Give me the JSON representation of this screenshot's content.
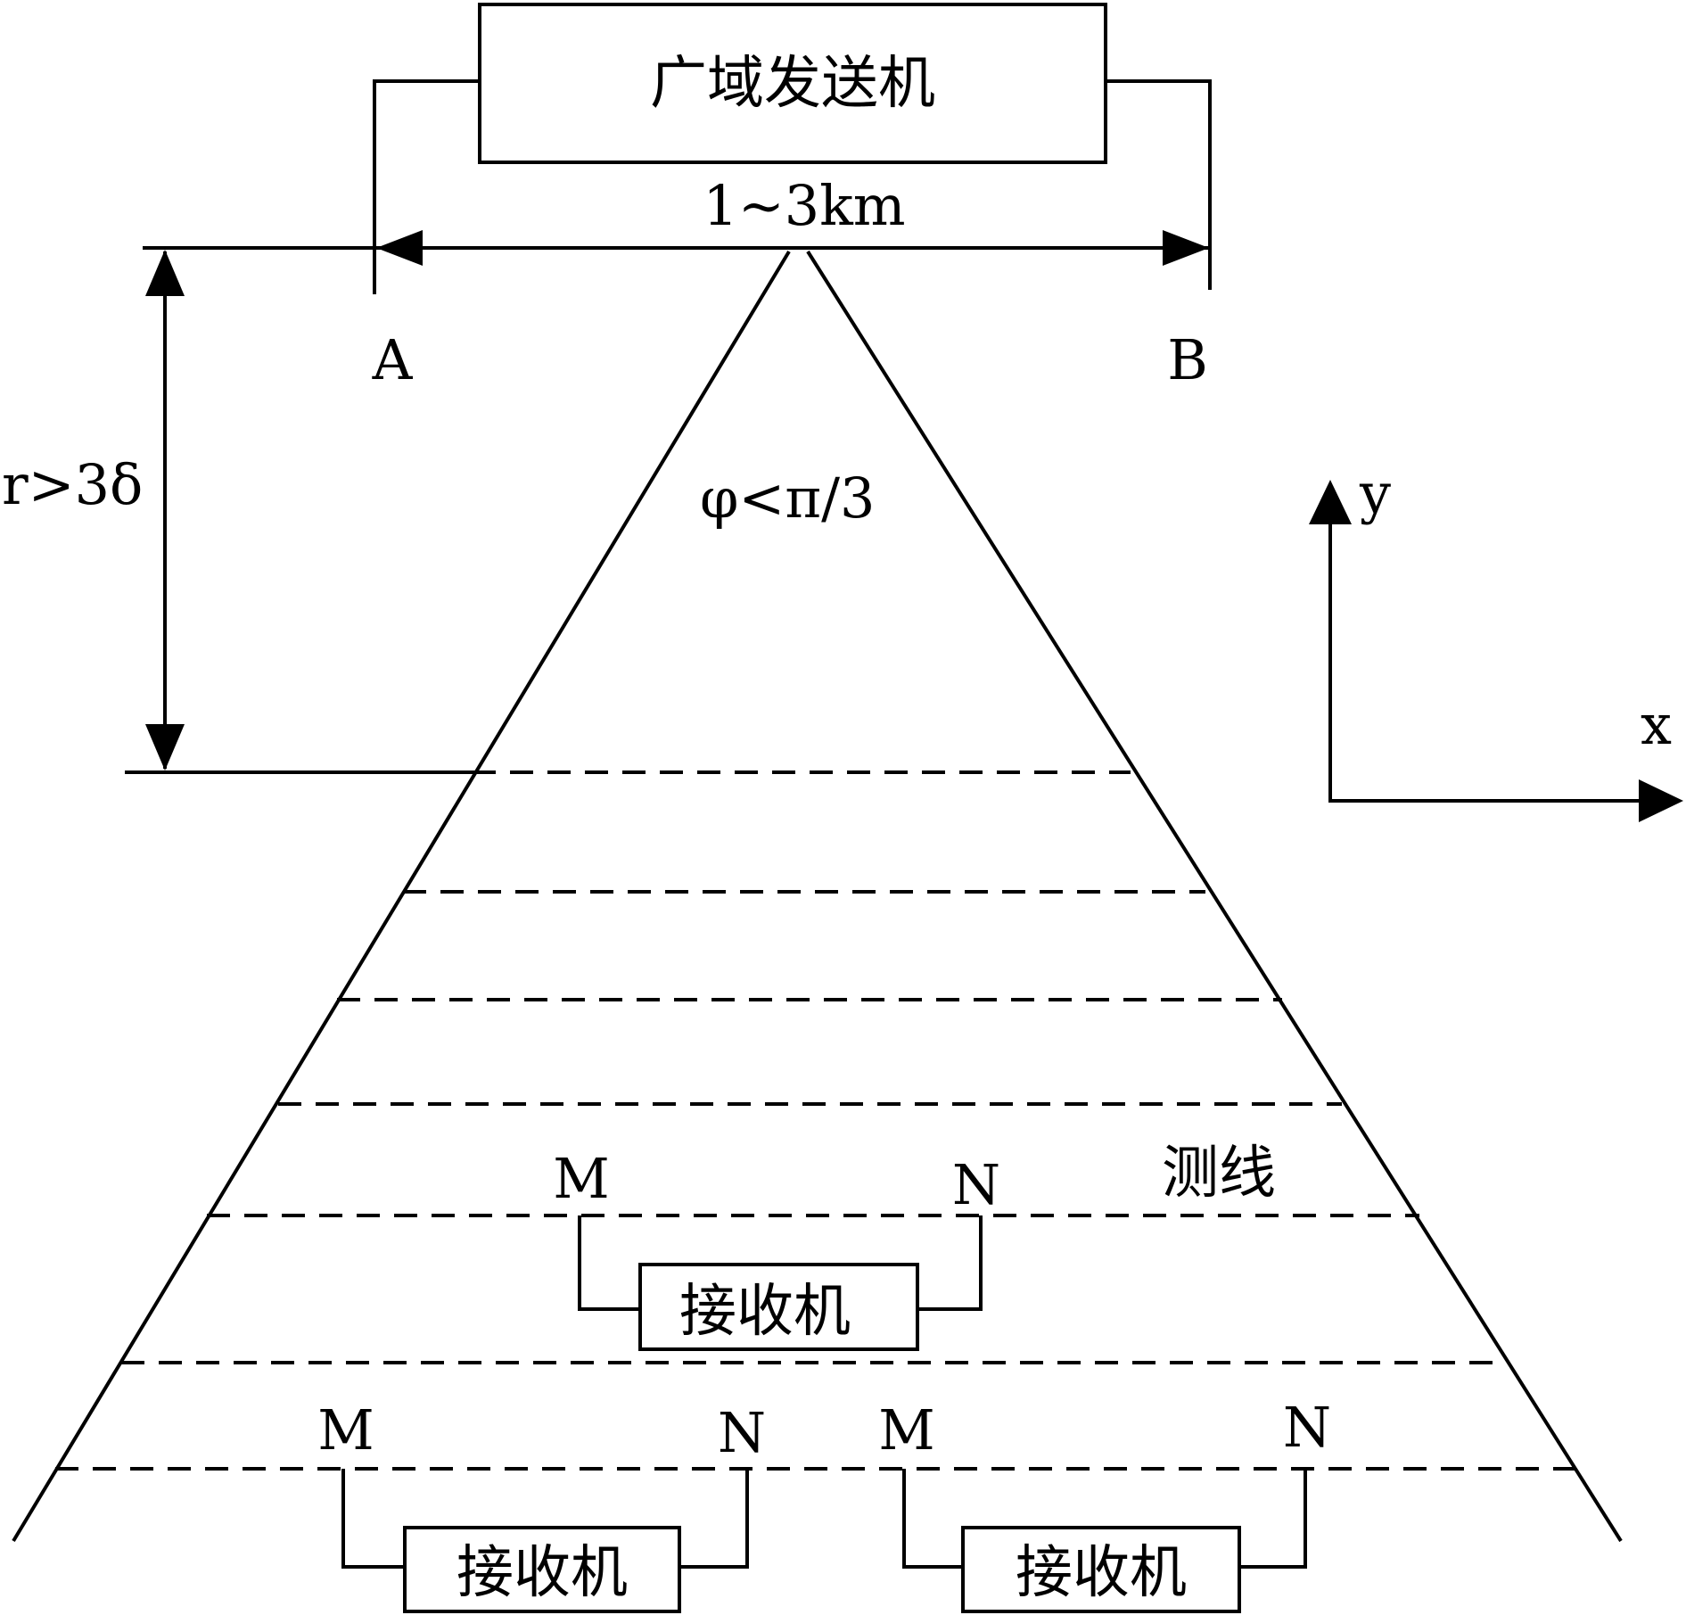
{
  "transmitter": {
    "label": "广域发送机"
  },
  "electrodes": {
    "a": "A",
    "b": "B"
  },
  "spacing_label": "1~3km",
  "distance_label": "r>3δ",
  "angle_label": "φ<π/3",
  "survey_line_label": "测线",
  "axes": {
    "x": "x",
    "y": "y"
  },
  "receivers": [
    {
      "m": "M",
      "n": "N",
      "label": "接收机"
    },
    {
      "m": "M",
      "n": "N",
      "label": "接收机"
    },
    {
      "m": "M",
      "n": "N",
      "label": "接收机"
    }
  ],
  "colors": {
    "line": "#000000",
    "background": "#ffffff"
  }
}
